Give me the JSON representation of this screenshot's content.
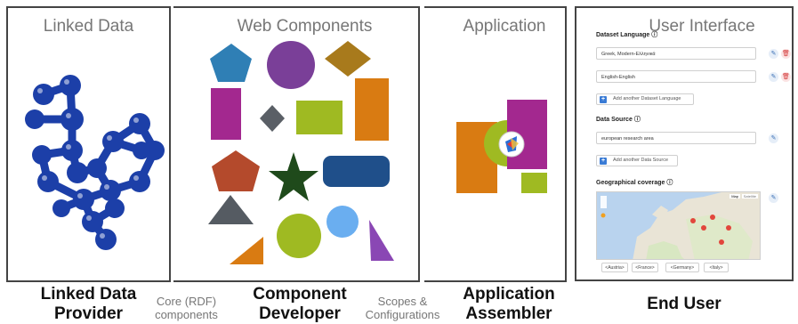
{
  "panels": {
    "linked_data": {
      "title": "Linked Data",
      "role_line1": "Linked Data",
      "role_line2": "Provider"
    },
    "web_components": {
      "title": "Web Components",
      "role_line1": "Component",
      "role_line2": "Developer"
    },
    "application": {
      "title": "Application",
      "role_line1": "Application",
      "role_line2": "Assembler"
    },
    "user_interface": {
      "title": "User Interface",
      "role_line1": "End User"
    }
  },
  "connectors": {
    "core": {
      "line1": "Core (RDF)",
      "line2": "components"
    },
    "scopes": {
      "line1": "Scopes &",
      "line2": "Configurations"
    }
  },
  "ui_form": {
    "dataset_language_label": "Dataset Language",
    "lang1": "Greek, Modern-Ελληνικά",
    "lang2": "English-English",
    "add_language": "Add another Dataset Language",
    "data_source_label": "Data Source",
    "source1": "european research area",
    "add_source": "Add another Data Source",
    "geo_label": "Geographical coverage",
    "map_btn": "Map",
    "satellite_btn": "Satellite",
    "tags": [
      "<Austria>",
      "<France>",
      "<Germany>",
      "<Italy>"
    ]
  },
  "colors": {
    "node_blue": "#1c3fa8",
    "pentagon_blue": "#2f7fb5",
    "circle_purple": "#7a3f98",
    "diamond_brown": "#a87a1c",
    "rect_magenta": "#a3288f",
    "diamond_gray": "#5a5f66",
    "rect_green": "#9fba22",
    "rect_orange": "#d97b12",
    "pentagon_red": "#b44a2c",
    "star_green": "#1f4a1b",
    "pill_blue": "#1f4f8a",
    "triangle_gray": "#555b62",
    "circle_lightblue": "#6aaef0",
    "triangle_purple": "#8a47b4"
  }
}
